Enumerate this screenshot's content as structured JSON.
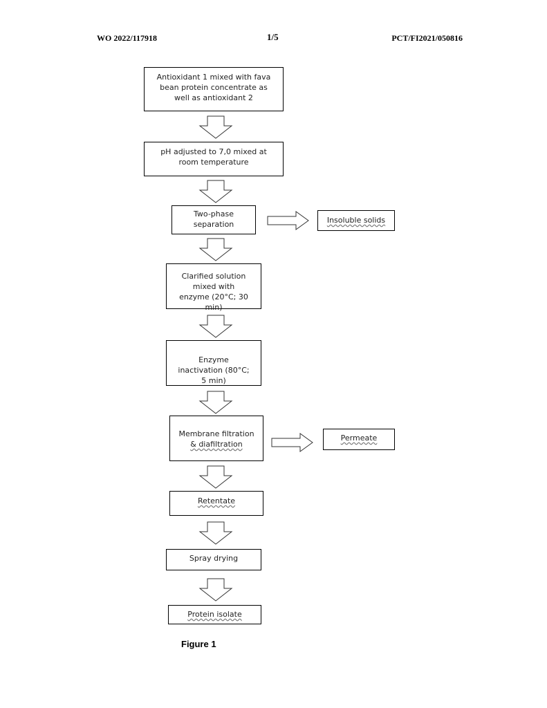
{
  "header": {
    "left": "WO 2022/117918",
    "center": "1/5",
    "right": "PCT/FI2021/050816"
  },
  "steps": {
    "s1": "Antioxidant 1 mixed with fava bean protein concentrate as well as antioxidant 2",
    "s2": "pH adjusted to 7,0 mixed at room temperature",
    "s3": "Two-phase separation",
    "s4": "Clarified solution mixed with enzyme (20°C; 30 min)",
    "s5": "Enzyme inactivation (80°C; 5 min)",
    "s6_line1": "Membrane filtration",
    "s6_line2": "& diafiltration",
    "s7": "Retentate",
    "s8": "Spray drying",
    "s9": "Protein isolate"
  },
  "side_outputs": {
    "from_s3": "Insoluble solids",
    "from_s6": "Permeate"
  },
  "caption": "Figure 1"
}
